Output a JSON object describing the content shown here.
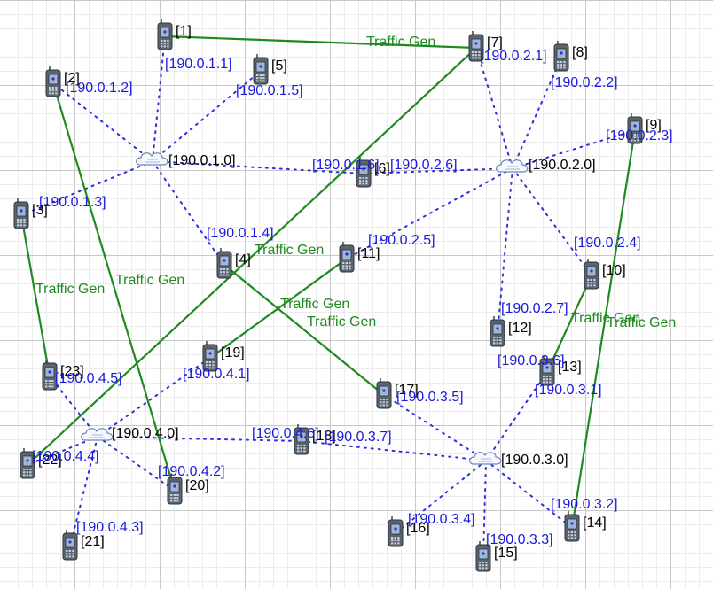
{
  "colors": {
    "link": "#1f8a1f",
    "wireless": "#2f2fe0",
    "ip_text": "#1a1adc",
    "node_text": "#000000"
  },
  "nodes": [
    {
      "id": "1",
      "label": "[1]",
      "ip": "[190.0.1.1]"
    },
    {
      "id": "2",
      "label": "[2]",
      "ip": "[190.0.1.2]"
    },
    {
      "id": "3",
      "label": "[3]",
      "ip": "[190.0.1.3]"
    },
    {
      "id": "4",
      "label": "[4]",
      "ip": "[190.0.1.4]"
    },
    {
      "id": "5",
      "label": "[5]",
      "ip": "[190.0.1.5]"
    },
    {
      "id": "6",
      "label": "[6]",
      "ip": "[190.0.1.6]"
    },
    {
      "id": "7",
      "label": "[7]",
      "ip": "[190.0.2.1]"
    },
    {
      "id": "8",
      "label": "[8]",
      "ip": "[190.0.2.2]"
    },
    {
      "id": "9",
      "label": "[9]",
      "ip": "[190.0.2.3]"
    },
    {
      "id": "10",
      "label": "[10]",
      "ip": "[190.0.2.4]"
    },
    {
      "id": "11",
      "label": "[11]",
      "ip": "[190.0.2.5]"
    },
    {
      "id": "12",
      "label": "[12]",
      "ip": "[190.0.2.7]"
    },
    {
      "id": "13",
      "label": "[13]",
      "ip": "[190.0.3.1]"
    },
    {
      "id": "14",
      "label": "[14]",
      "ip": "[190.0.3.2]"
    },
    {
      "id": "15",
      "label": "[15]",
      "ip": "[190.0.3.3]"
    },
    {
      "id": "16",
      "label": "[16]",
      "ip": "[190.0.3.4]"
    },
    {
      "id": "17",
      "label": "[17]",
      "ip": "[190.0.3.5]"
    },
    {
      "id": "18",
      "label": "[18]",
      "ip": "[190.0.3.7]"
    },
    {
      "id": "19",
      "label": "[19]",
      "ip": "[190.0.4.1]"
    },
    {
      "id": "20",
      "label": "[20]",
      "ip": "[190.0.4.2]"
    },
    {
      "id": "21",
      "label": "[21]",
      "ip": "[190.0.4.3]"
    },
    {
      "id": "22",
      "label": "[22]",
      "ip": "[190.0.4.4]"
    },
    {
      "id": "23",
      "label": "[23]",
      "ip": "[190.0.4.5]"
    }
  ],
  "extra_ip_labels": [
    "[190.0.2.6]",
    "[190.0.3.6]",
    "[190.0.4.6]"
  ],
  "clouds": [
    {
      "id": "c1",
      "label": "[190.0.1.0]"
    },
    {
      "id": "c2",
      "label": "[190.0.2.0]"
    },
    {
      "id": "c3",
      "label": "[190.0.3.0]"
    },
    {
      "id": "c4",
      "label": "[190.0.4.0]"
    }
  ],
  "wireless_links": [
    [
      "c1",
      "1"
    ],
    [
      "c1",
      "2"
    ],
    [
      "c1",
      "3"
    ],
    [
      "c1",
      "4"
    ],
    [
      "c1",
      "5"
    ],
    [
      "c1",
      "6"
    ],
    [
      "c2",
      "7"
    ],
    [
      "c2",
      "8"
    ],
    [
      "c2",
      "9"
    ],
    [
      "c2",
      "10"
    ],
    [
      "c2",
      "11"
    ],
    [
      "c2",
      "12"
    ],
    [
      "c2",
      "6"
    ],
    [
      "c3",
      "13"
    ],
    [
      "c3",
      "14"
    ],
    [
      "c3",
      "15"
    ],
    [
      "c3",
      "16"
    ],
    [
      "c3",
      "17"
    ],
    [
      "c3",
      "18"
    ],
    [
      "c4",
      "19"
    ],
    [
      "c4",
      "20"
    ],
    [
      "c4",
      "21"
    ],
    [
      "c4",
      "22"
    ],
    [
      "c4",
      "23"
    ],
    [
      "c4",
      "18"
    ]
  ],
  "traffic_links": [
    {
      "from": "1",
      "to": "7",
      "label": "Traffic Gen"
    },
    {
      "from": "7",
      "to": "22",
      "label": "Traffic Gen"
    },
    {
      "from": "2",
      "to": "20",
      "label": "Traffic Gen"
    },
    {
      "from": "3",
      "to": "23",
      "label": "Traffic Gen"
    },
    {
      "from": "4",
      "to": "17",
      "label": "Traffic Gen"
    },
    {
      "from": "11",
      "to": "19",
      "label": "Traffic Gen"
    },
    {
      "from": "9",
      "to": "14",
      "label": "Traffic Gen"
    },
    {
      "from": "10",
      "to": "13",
      "label": "Traffic Gen"
    }
  ]
}
